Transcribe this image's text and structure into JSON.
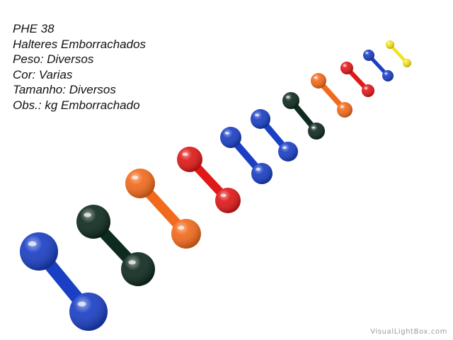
{
  "product": {
    "lines": [
      "PHE 38",
      "Halteres Emborrachados",
      "Peso: Diversos",
      "Cor: Varias",
      "Tamanho: Diversos",
      "Obs.: kg Emborrachado"
    ]
  },
  "watermark": "VisualLightBox.com",
  "dumbbell_colors": [
    "#1a3fc4",
    "#0f2a1f",
    "#f26a1c",
    "#e01818",
    "#1a3fc4",
    "#1a3fc4",
    "#0f2a1f",
    "#f26a1c",
    "#e01818",
    "#1a3fc4",
    "#f2e21a"
  ]
}
